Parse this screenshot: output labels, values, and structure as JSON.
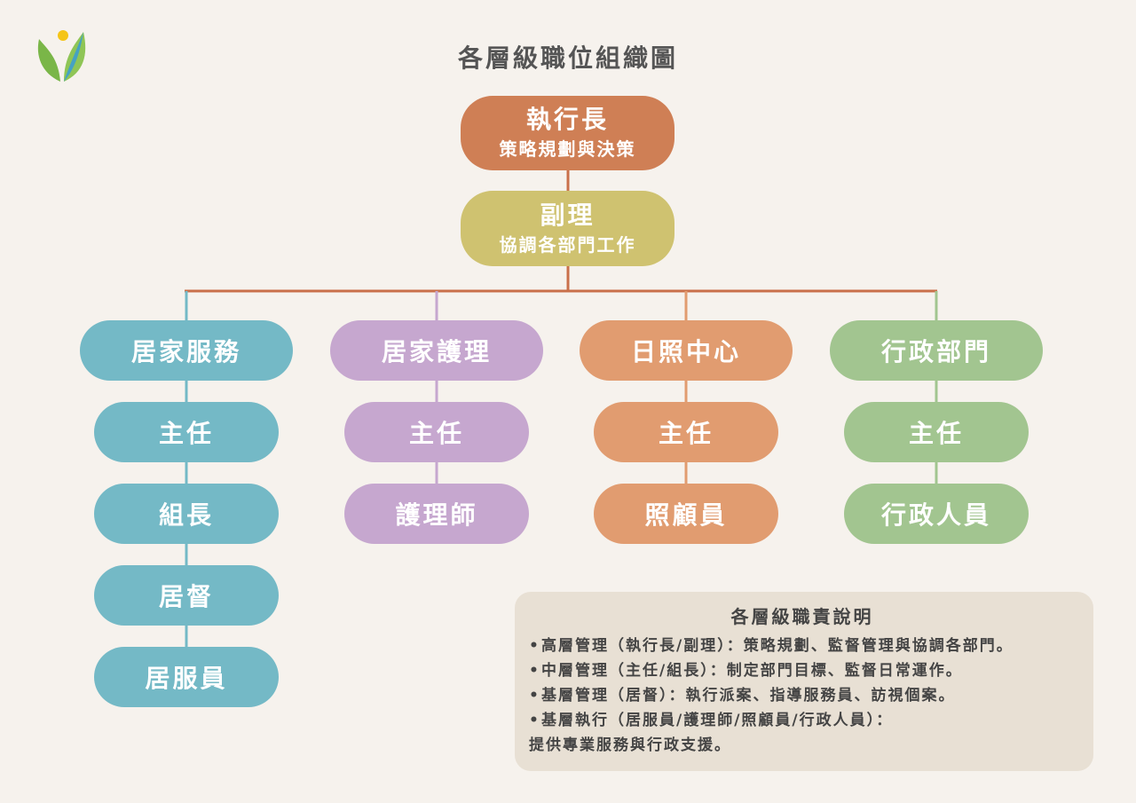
{
  "title": "各層級職位組織圖",
  "logo": {
    "icon": "sprout-leaf-logo",
    "colors": [
      "#f5c518",
      "#7ab648",
      "#3a9bd5"
    ]
  },
  "ceo": {
    "title": "執行長",
    "subtitle": "策略規劃與決策",
    "color": "#cf7f55"
  },
  "deputy": {
    "title": "副理",
    "subtitle": "協調各部門工作",
    "color": "#cfc270"
  },
  "departments": [
    {
      "name": "居家服務",
      "color": "#74b9c6",
      "roles": [
        "主任",
        "組長",
        "居督",
        "居服員"
      ]
    },
    {
      "name": "居家護理",
      "color": "#c6a7cf",
      "roles": [
        "主任",
        "護理師"
      ]
    },
    {
      "name": "日照中心",
      "color": "#e19c70",
      "roles": [
        "主任",
        "照顧員"
      ]
    },
    {
      "name": "行政部門",
      "color": "#a2c590",
      "roles": [
        "主任",
        "行政人員"
      ]
    }
  ],
  "legend": {
    "title": "各層級職責說明",
    "bullet": "•",
    "items": [
      {
        "text": "高層管理（執行長/副理）：策略規劃、監督管理與協調各部門。"
      },
      {
        "text": "中層管理（主任/組長）：制定部門目標、監督日常運作。"
      },
      {
        "text": "基層管理（居督）：執行派案、指導服務員、訪視個案。"
      },
      {
        "text": "基層執行（居服員/護理師/照顧員/行政人員）：",
        "continuation": "提供專業服務與行政支援。"
      }
    ]
  }
}
